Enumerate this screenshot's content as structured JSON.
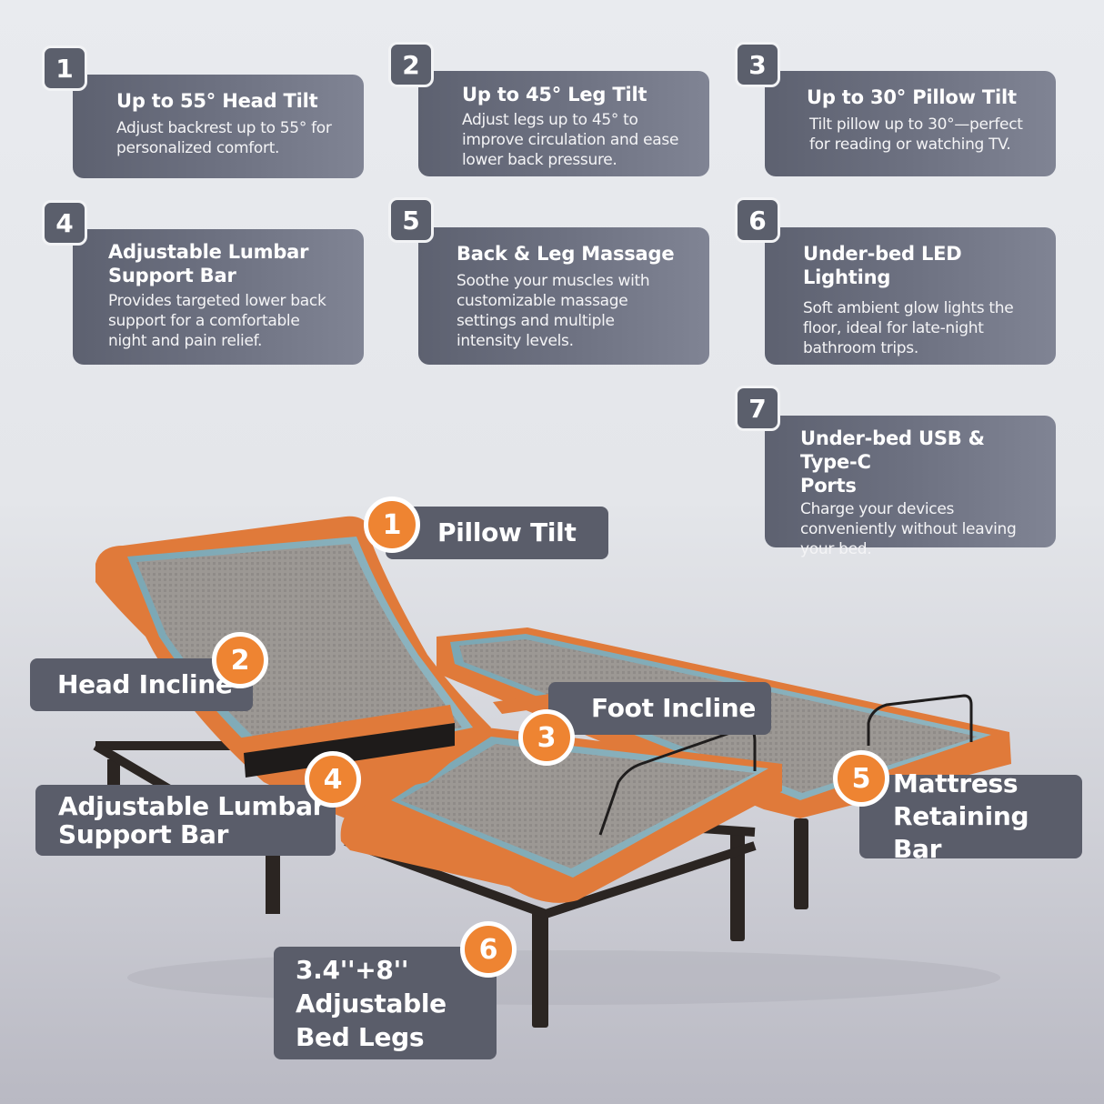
{
  "features": [
    {
      "num": "1",
      "title": "Up to 55° Head Tilt",
      "desc_lines": [
        "Adjust backrest up to 55° for",
        "personalized comfort."
      ]
    },
    {
      "num": "2",
      "title": "Up to 45° Leg Tilt",
      "desc_lines": [
        "Adjust legs up to 45° to",
        "improve circulation and ease",
        "lower back pressure."
      ]
    },
    {
      "num": "3",
      "title": "Up to 30° Pillow Tilt",
      "desc_lines": [
        "Tilt pillow up to 30°—perfect",
        "for reading or watching TV."
      ]
    },
    {
      "num": "4",
      "title_lines": [
        "Adjustable Lumbar",
        "Support Bar"
      ],
      "desc_lines": [
        "Provides targeted lower back",
        "support for a comfortable",
        "night and pain relief."
      ]
    },
    {
      "num": "5",
      "title": "Back & Leg Massage",
      "desc_lines": [
        "Soothe your muscles with",
        "customizable massage",
        "settings and multiple",
        "intensity levels."
      ]
    },
    {
      "num": "6",
      "title": "Under-bed LED Lighting",
      "desc_lines": [
        "Soft ambient glow lights the",
        "floor, ideal for late-night",
        "bathroom trips."
      ]
    },
    {
      "num": "7",
      "title_lines": [
        "Under-bed USB & Type-C",
        "Ports"
      ],
      "desc_lines": [
        "Charge your devices",
        "conveniently without leaving",
        "your bed."
      ]
    }
  ],
  "callouts": [
    {
      "num": "1",
      "lines": [
        "Pillow Tilt"
      ]
    },
    {
      "num": "2",
      "lines": [
        "Head Incline"
      ]
    },
    {
      "num": "3",
      "lines": [
        "Foot Incline"
      ]
    },
    {
      "num": "4",
      "lines": [
        "Adjustable Lumbar",
        "Support Bar"
      ]
    },
    {
      "num": "5",
      "lines": [
        "Mattress",
        "Retaining Bar"
      ]
    },
    {
      "num": "6",
      "lines": [
        "3.4''+8''",
        "Adjustable",
        "Bed Legs"
      ]
    }
  ],
  "colors": {
    "accent_orange": "#ee8432",
    "card_gray": "#5a5d6a",
    "background": "#e9ebef",
    "bed_frame": "#2b2522"
  }
}
